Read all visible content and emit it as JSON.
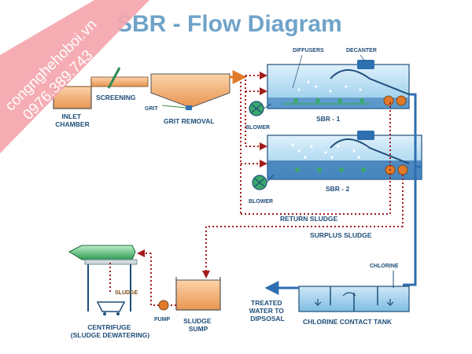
{
  "title": "SBR - Flow Diagram",
  "watermark": {
    "site": "congnghehoboi.vn",
    "phone": "0976.389.743",
    "ribbon_color": "#f4a6ad"
  },
  "labels": {
    "inlet_chamber": [
      "INLET",
      "CHAMBER"
    ],
    "screening": "SCREENING",
    "grit": "GRIT",
    "grit_removal": "GRIT REMOVAL",
    "diffusers": "DIFFUSERS",
    "decanter": "DECANTER",
    "sbr1": "SBR - 1",
    "sbr2": "SBR - 2",
    "blower1": "BLOWER",
    "blower2": "BLOWER",
    "return_sludge": "RETURN SLUDGE",
    "surplus_sludge": "SURPLUS SLUDGE",
    "chlorine": "CHLORINE",
    "treated_water": [
      "TREATED",
      "WATER TO",
      "DIPSOSAL"
    ],
    "chlorine_contact_tank": "CHLORINE CONTACT TANK",
    "sludge": "SLUDGE",
    "pump": "PUMP",
    "sludge_sump": [
      "SLUDGE",
      "SUMP"
    ],
    "centrifuge": [
      "CENTRIFUGE",
      "(SLUDGE DEWATERING)"
    ]
  },
  "colors": {
    "water_blue": "#2e6fb0",
    "tank_fill": "#a9d4ef",
    "sludge_fill": "#f0a96a",
    "sludge_line": "#a31c1c",
    "blower_green": "#3aa86a",
    "centrifuge_green": "#3cb371"
  }
}
